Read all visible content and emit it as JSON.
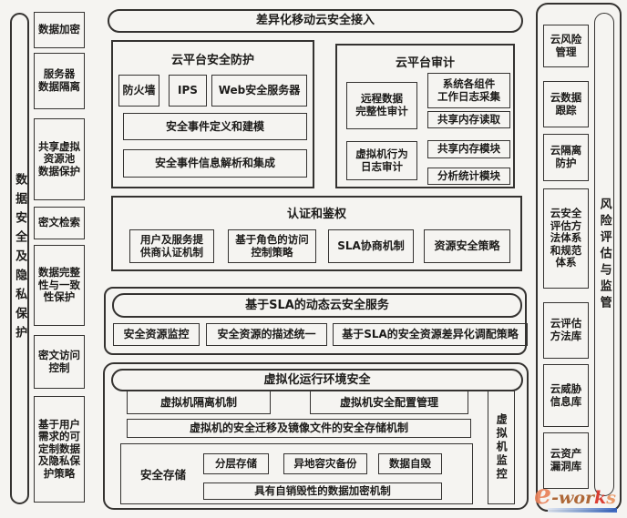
{
  "colors": {
    "line": "#343230",
    "background": "#f5f4f1",
    "logo_orange": "#e8825a",
    "logo_brown": "#a85c28",
    "logo_red": "#d93025",
    "logo_blue": "#2f5fbf"
  },
  "banner": {
    "label": "差异化移动云安全接入"
  },
  "left_panel": {
    "vertical_label": "数据安全及隐私保护",
    "boxes": [
      "数据加密",
      "服务器\n数据隔离",
      "共享虚拟\n资源池\n数据保护",
      "密文检索",
      "数据完整\n性与一致\n性保护",
      "密文访问\n控制",
      "基于用户\n需求的可\n定制数据\n及隐私保\n护策略"
    ]
  },
  "protection": {
    "title": "云平台安全防护",
    "items": [
      "防火墙",
      "IPS",
      "Web安全服务器"
    ],
    "bars": [
      "安全事件定义和建模",
      "安全事件信息解析和集成"
    ]
  },
  "audit": {
    "title": "云平台审计",
    "left_boxes": [
      "远程数据\n完整性审计",
      "虚拟机行为\n日志审计"
    ],
    "right_boxes": [
      "系统各组件\n工作日志采集",
      "共享内存读取",
      "共享内存模块",
      "分析统计模块"
    ]
  },
  "auth": {
    "title": "认证和鉴权",
    "boxes": [
      "用户及服务提\n供商认证机制",
      "基于角色的访问\n控制策略",
      "SLA协商机制",
      "资源安全策略"
    ]
  },
  "sla": {
    "title": "基于SLA的动态云安全服务",
    "boxes": [
      "安全资源监控",
      "安全资源的描述统一",
      "基于SLA的安全资源差异化调配策略"
    ]
  },
  "virtualization": {
    "title": "虚拟化运行环境安全",
    "row": [
      "虚拟机隔离机制",
      "虚拟机安全配置管理"
    ],
    "migration_bar": "虚拟机的安全迁移及镜像文件的安全存储机制",
    "storage_label": "安全存储",
    "storage_row": [
      "分层存储",
      "异地容灾备份",
      "数据自毁"
    ],
    "storage_bar": "具有自销毁性的数据加密机制",
    "vm_monitor_label": "虚拟机监控"
  },
  "right_panel": {
    "boxes": [
      "云风险\n管理",
      "云数据\n跟踪",
      "云隔离\n防护",
      "云安全\n评估方\n法体系\n和规范\n体系",
      "云评估\n方法库",
      "云威胁\n信息库",
      "云资产\n漏洞库"
    ],
    "vertical_label": "风险评估与监管"
  },
  "logo": {
    "e": "e",
    "wor": "-wor",
    "k": "k",
    "s": "s"
  }
}
